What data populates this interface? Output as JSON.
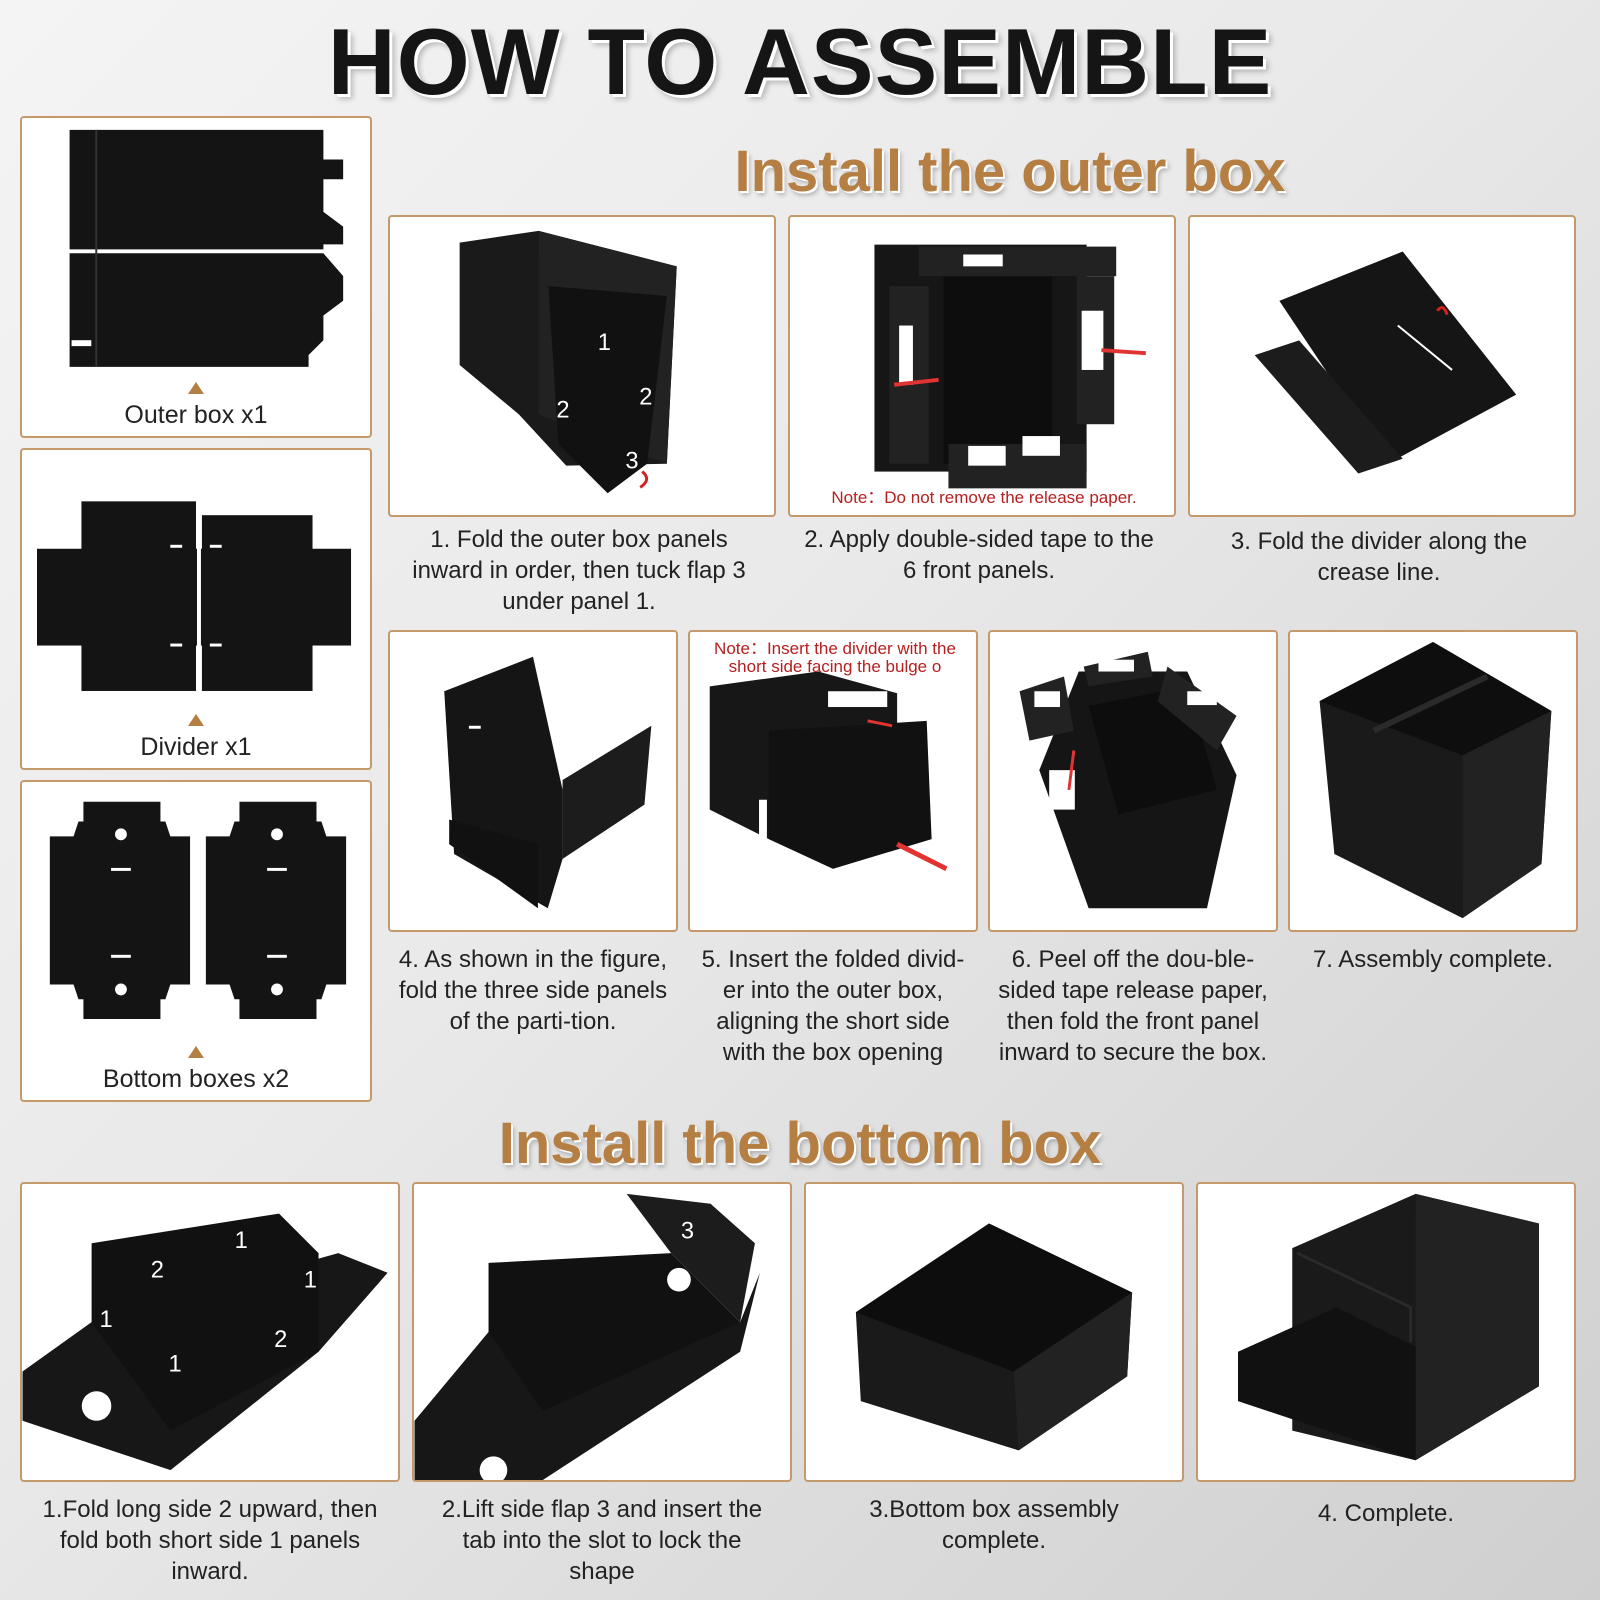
{
  "title": "HOW TO ASSEMBLE",
  "outer_section": {
    "heading": "Install the outer box",
    "steps": [
      {
        "caption": "1. Fold the outer box panels inward in order, then tuck flap 3 under panel 1."
      },
      {
        "caption": "2. Apply double-sided tape to the 6 front panels.",
        "note": "Note：Do not remove the release paper."
      },
      {
        "caption": "3. Fold the divider along the crease line."
      },
      {
        "caption": "4. As shown in the figure, fold the three side panels of the parti-tion."
      },
      {
        "caption": "5. Insert the folded divid-er into the outer box, aligning the short side with the box opening",
        "note": "Note：Insert the divider with the short  side facing the bulge o"
      },
      {
        "caption": "6. Peel off the dou-ble-sided tape release paper, then fold the front panel inward to secure the box."
      },
      {
        "caption": "7. Assembly complete."
      }
    ]
  },
  "parts": [
    {
      "label": "Outer box x1"
    },
    {
      "label": "Divider x1"
    },
    {
      "label": "Bottom boxes x2"
    }
  ],
  "bottom_section": {
    "heading": "Install the bottom box",
    "steps": [
      {
        "caption": "1.Fold long side 2 upward, then fold both short side 1 panels inward."
      },
      {
        "caption": "2.Lift side flap 3 and insert the tab into the slot to lock the shape"
      },
      {
        "caption": "3.Bottom box assembly complete."
      },
      {
        "caption": "4. Complete."
      }
    ]
  },
  "step_numbers": {
    "outer_step1": [
      "1",
      "2",
      "2",
      "3"
    ],
    "bottom_step1": [
      "2",
      "1",
      "1",
      "1",
      "2",
      "1"
    ],
    "bottom_step2": [
      "3"
    ]
  },
  "colors": {
    "accent": "#b57e42",
    "border": "#c49a6c",
    "note": "#b52020",
    "board": "#141414"
  }
}
